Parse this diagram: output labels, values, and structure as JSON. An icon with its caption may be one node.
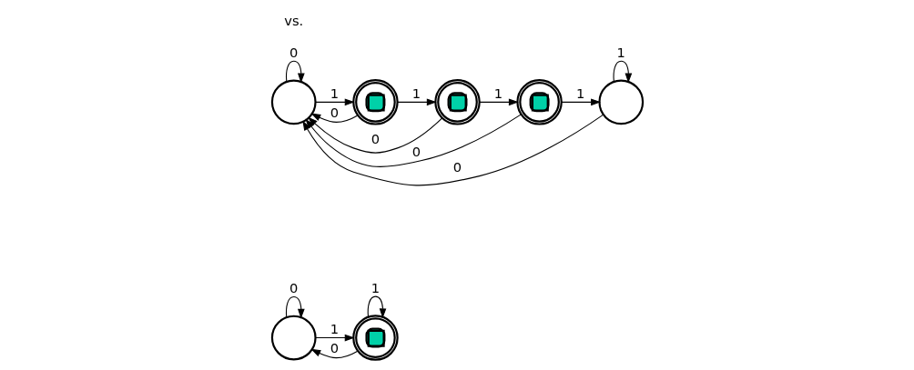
{
  "diagram": {
    "nodes": [
      {
        "text": [],
        "shape": "circle"
      },
      {
        "text": [],
        "shape": "doublecircle"
      },
      {
        "text": [],
        "shape": "circle"
      },
      {
        "text": [],
        "shape": "doublecircle"
      },
      {
        "text": [],
        "shape": "doublecircle"
      },
      {
        "text": [],
        "shape": "doublecircle"
      },
      {
        "text": [],
        "shape": "circle"
      }
    ],
    "edges": [
      {
        "from": 0,
        "to": 0,
        "arrow": "to",
        "label": "0"
      },
      {
        "from": 0,
        "to": 1,
        "arrow": "to",
        "label": "1"
      },
      {
        "from": 1,
        "to": 1,
        "arrow": "to",
        "label": "1"
      },
      {
        "from": 1,
        "to": 0,
        "arrow": "to",
        "label": "0"
      },
      {
        "from": 2,
        "to": 2,
        "arrow": "to",
        "label": "0"
      },
      {
        "from": 2,
        "to": 3,
        "arrow": "to",
        "label": "1"
      },
      {
        "from": 3,
        "to": 4,
        "arrow": "to",
        "label": "1"
      },
      {
        "from": 4,
        "to": 5,
        "arrow": "to",
        "label": "1"
      },
      {
        "from": 5,
        "to": 6,
        "arrow": "to",
        "label": "1"
      },
      {
        "from": 6,
        "to": 6,
        "arrow": "to",
        "label": "1"
      },
      {
        "from": 3,
        "to": 2,
        "arrow": "to",
        "label": "0"
      },
      {
        "from": 4,
        "to": 2,
        "arrow": "to",
        "label": "0"
      },
      {
        "from": 5,
        "to": 2,
        "arrow": "to",
        "label": "0"
      },
      {
        "from": 6,
        "to": 2,
        "arrow": "to",
        "label": "0"
      }
    ],
    "labels": [
      "vs."
    ]
  }
}
